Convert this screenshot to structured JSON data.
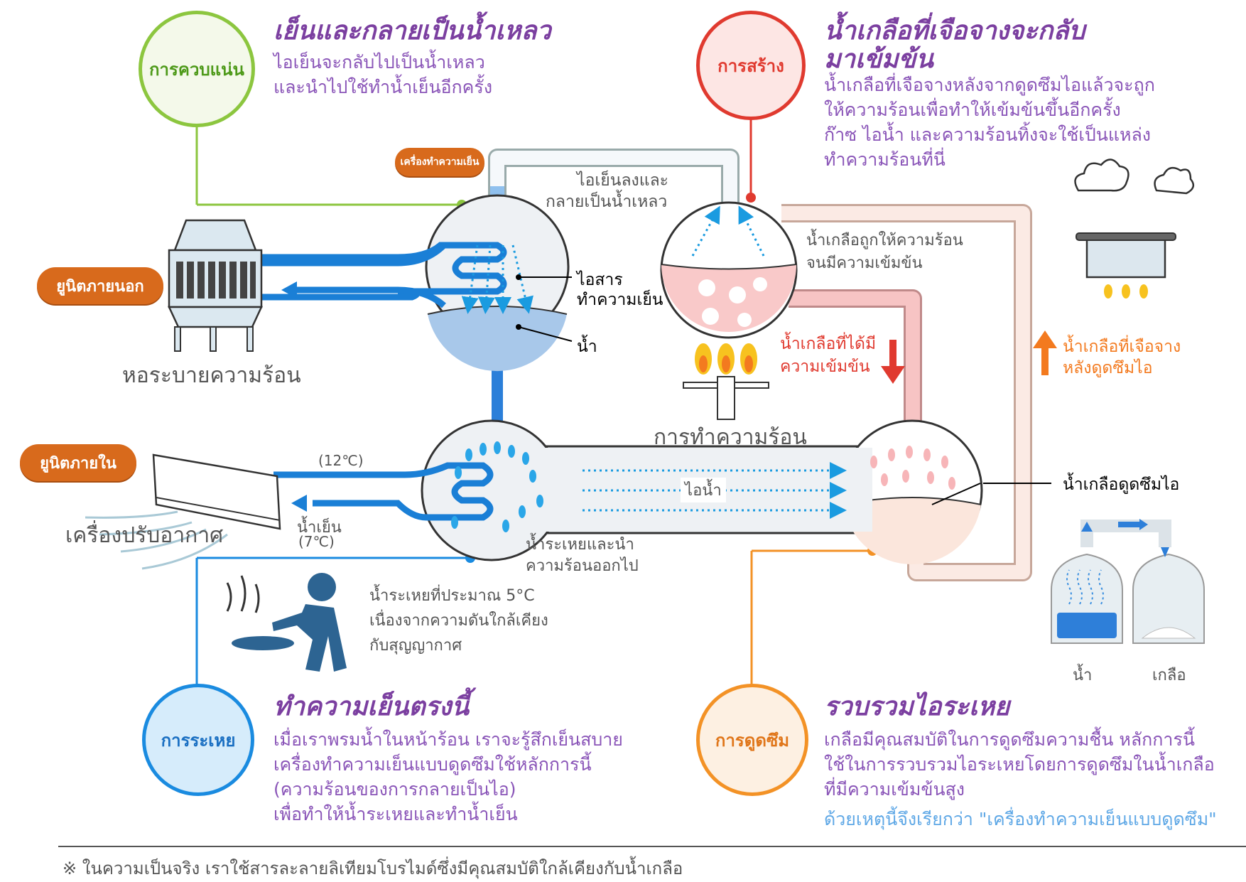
{
  "condensation": {
    "badge": "การควบแน่น",
    "title": "เย็นและกลายเป็นน้ำเหลว",
    "desc1": "ไอเย็นจะกลับไปเป็นน้ำเหลว",
    "desc2": "และนำไปใช้ทำน้ำเย็นอีกครั้ง"
  },
  "regeneration": {
    "badge": "การสร้าง",
    "title1": "น้ำเกลือที่เจือจางจะกลับ",
    "title2": "มาเข้มข้น",
    "desc1": "น้ำเกลือที่เจือจางหลังจากดูดซึมไอแล้วจะถูก",
    "desc2": "ให้ความร้อนเพื่อทำให้เข้มข้นขึ้นอีกครั้ง",
    "desc3": "ก๊าซ ไอน้ำ และความร้อนทิ้งจะใช้เป็นแหล่ง",
    "desc4": "ทำความร้อนที่นี่"
  },
  "evaporation": {
    "badge": "การระเหย",
    "title": "ทำความเย็นตรงนี้",
    "desc1": "เมื่อเราพรมน้ำในหน้าร้อน เราจะรู้สึกเย็นสบาย",
    "desc2": "เครื่องทำความเย็นแบบดูดซึมใช้หลักการนี้",
    "desc3": "(ความร้อนของการกลายเป็นไอ)",
    "desc4": "เพื่อทำให้น้ำระเหยและทำน้ำเย็น"
  },
  "absorption": {
    "badge": "การดูดซึม",
    "title": "รวบรวมไอระเหย",
    "desc1": "เกลือมีคุณสมบัติในการดูดซึมความชื้น หลักการนี้",
    "desc2": "ใช้ในการรวบรวมไอระเหยโดยการดูดซึมในน้ำเกลือ",
    "desc3": "ที่มีความเข้มข้นสูง",
    "desc4": "ด้วยเหตุนี้จึงเรียกว่า \"เครื่องทำความเย็นแบบดูดซึม\""
  },
  "labels": {
    "cooling_machine": "เครื่องทำความเย็น",
    "outdoor_unit": "ยูนิตภายนอก",
    "indoor_unit": "ยูนิตภายใน",
    "cooling_tower": "หอระบายความร้อน",
    "air_conditioner": "เครื่องปรับอากาศ",
    "vapor_condense1": "ไอเย็นลงและ",
    "vapor_condense2": "กลายเป็นน้ำเหลว",
    "refrigerant1": "ไอสาร",
    "refrigerant2": "ทำความเย็น",
    "water": "น้ำ",
    "brine_heated1": "น้ำเกลือถูกให้ความร้อน",
    "brine_heated2": "จนมีความเข้มข้น",
    "concentrated1": "น้ำเกลือที่ได้มี",
    "concentrated2": "ความเข้มข้น",
    "heating": "การทำความร้อน",
    "diluted1": "น้ำเกลือที่เจือจาง",
    "diluted2": "หลังดูดซึมไอ",
    "temp_in": "(12℃)",
    "chilled_water": "น้ำเย็น",
    "temp_out": "(7℃)",
    "vapor": "ไอน้ำ",
    "absorbing_brine": "น้ำเกลือดูดซึมไอ",
    "evap_heat1": "น้ำระเหยและนำ",
    "evap_heat2": "ความร้อนออกไป",
    "evap_temp1": "น้ำระเหยที่ประมาณ 5°C",
    "evap_temp2": "เนื่องจากความดันใกล้เคียง",
    "evap_temp3": "กับสุญญากาศ",
    "jar_water": "น้ำ",
    "jar_salt": "เกลือ"
  },
  "footnote": "※ ในความเป็นจริง เราใช้สารละลายลิเทียมโบรไมด์ซึ่งมีคุณสมบัติใกล้เคียงกับน้ำเกลือ",
  "colors": {
    "green": "#8cc63f",
    "red": "#e03a2f",
    "blue": "#1a8be0",
    "orange": "#f39226",
    "purple": "#7b3fa0",
    "pipe_blue": "#2b7fd9",
    "pink": "#f7c9c9"
  }
}
